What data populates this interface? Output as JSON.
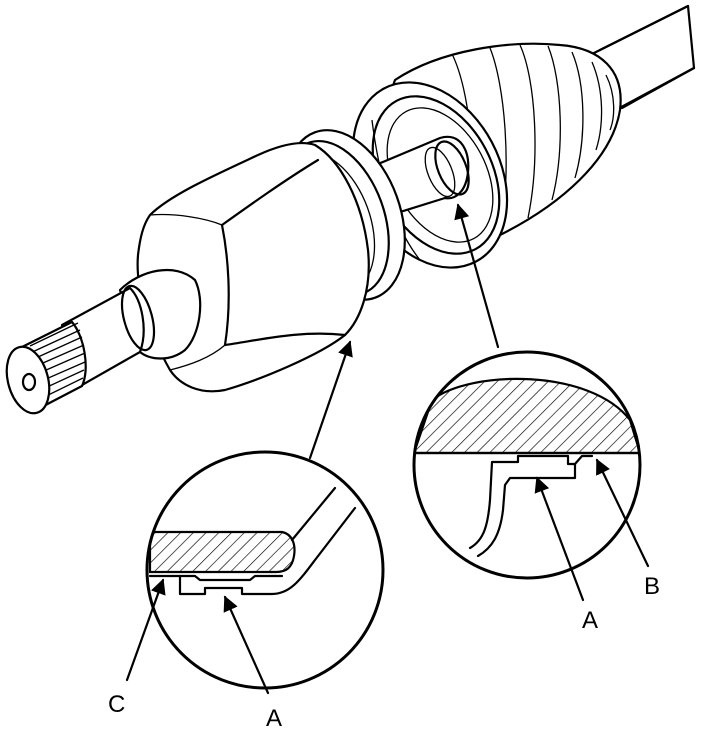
{
  "callouts": {
    "a_left": "A",
    "c_left": "C",
    "a_right": "A",
    "b_right": "B"
  }
}
